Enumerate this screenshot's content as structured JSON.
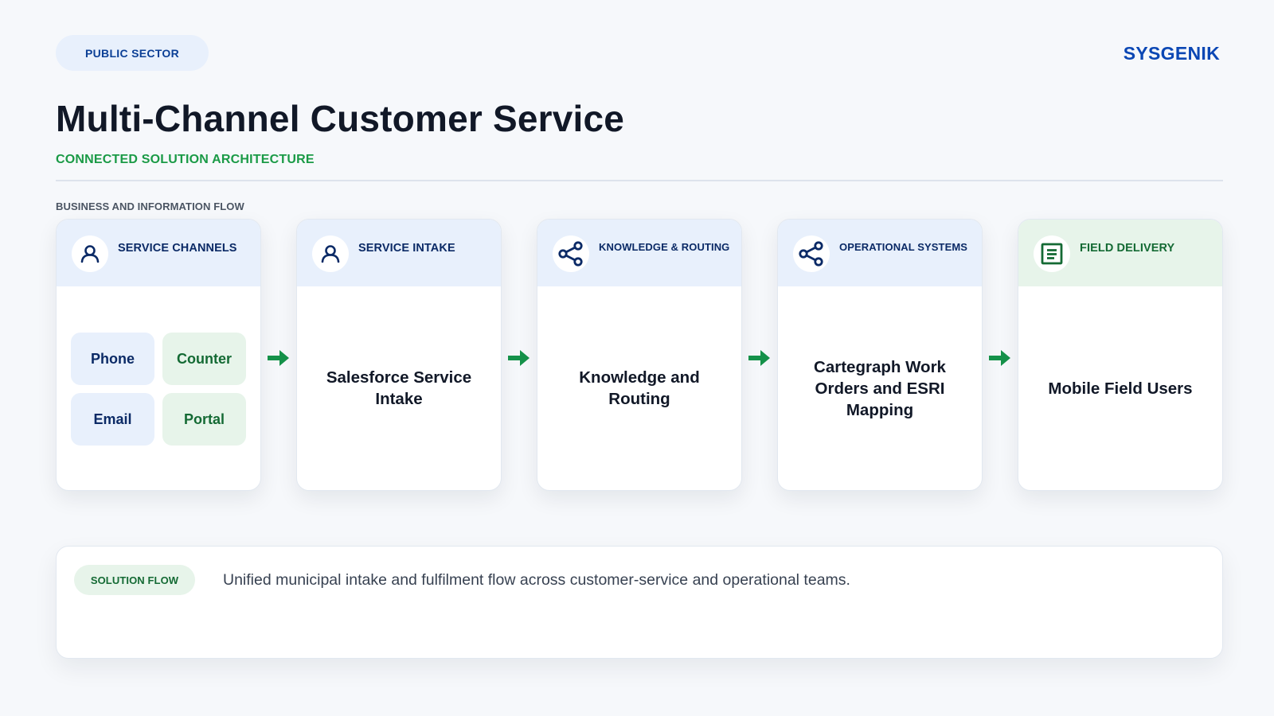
{
  "header": {
    "sector_badge": "PUBLIC SECTOR",
    "brand": "SYSGENIK",
    "title": "Multi-Channel Customer Service",
    "subtitle": "CONNECTED SOLUTION ARCHITECTURE"
  },
  "flow": {
    "section_label": "BUSINESS AND INFORMATION FLOW",
    "stages": [
      {
        "title": "SERVICE CHANNELS",
        "icon": "user-icon",
        "channels": [
          "Phone",
          "Counter",
          "Email",
          "Portal"
        ]
      },
      {
        "title": "SERVICE INTAKE",
        "icon": "user-icon",
        "body": "Salesforce Service Intake"
      },
      {
        "title": "KNOWLEDGE & ROUTING",
        "icon": "share-icon",
        "body": "Knowledge and Routing"
      },
      {
        "title": "OPERATIONAL SYSTEMS",
        "icon": "share-icon",
        "body": "Cartegraph Work Orders and ESRI Mapping"
      },
      {
        "title": "FIELD DELIVERY",
        "icon": "document-icon",
        "body": "Mobile Field Users"
      }
    ]
  },
  "summary": {
    "badge": "SOLUTION FLOW",
    "text": "Unified municipal intake and fulfilment flow across customer-service and operational teams."
  },
  "colors": {
    "primary_blue": "#0b47b4",
    "navy": "#0b2a66",
    "accent_green": "#1a9a46",
    "arrow_green": "#15924a",
    "light_blue": "#e8f0fc",
    "light_green": "#e7f4ea"
  }
}
